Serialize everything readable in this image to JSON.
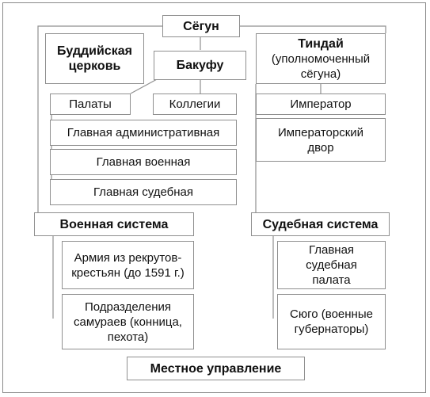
{
  "shogun": "Сёгун",
  "buddhist_church": "Буддийская церковь",
  "bakufu": "Бакуфу",
  "tindai": {
    "title": "Тиндай",
    "subtitle": "(уполномоченный сёгуна)"
  },
  "chambers": "Палаты",
  "colleges": "Коллегии",
  "emperor": "Император",
  "imperial_court": "Императорский двор",
  "chief_administrative": "Главная административная",
  "chief_military": "Главная военная",
  "chief_judicial": "Главная судебная",
  "military_system": "Военная система",
  "judicial_system": "Судебная система",
  "army": "Армия из рекрутов-крестьян (до 1591 г.)",
  "samurai_units": "Подразделения самураев (конница, пехота)",
  "chief_judicial_chamber": "Главная судебная палата",
  "syugo": "Сюго (военные губернаторы)",
  "local_government": "Местное управление"
}
